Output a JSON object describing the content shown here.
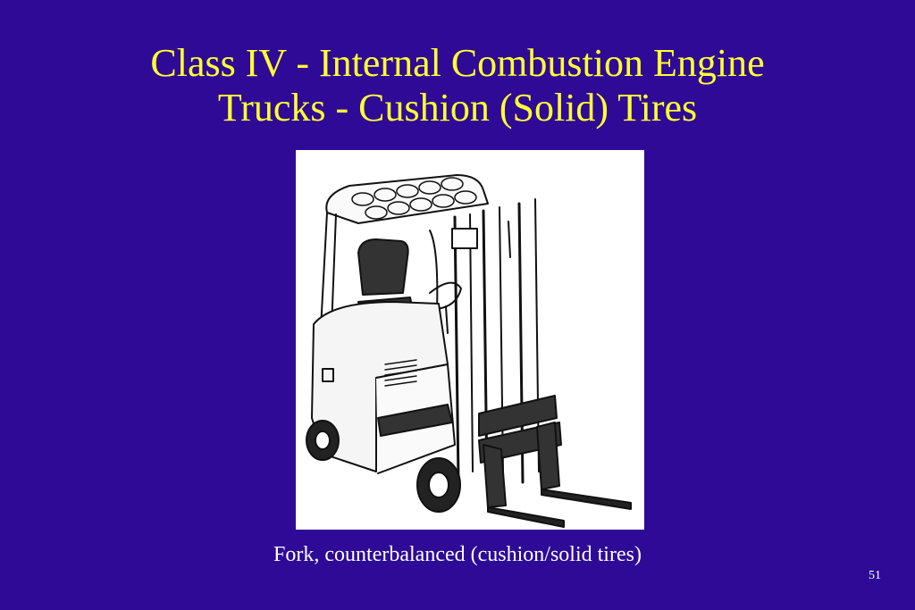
{
  "slide": {
    "title_line1": "Class IV - Internal Combustion Engine",
    "title_line2": "Trucks - Cushion (Solid) Tires",
    "caption": "Fork, counterbalanced (cushion/solid tires)",
    "slide_number": "51"
  },
  "colors": {
    "background": "#2E0A96",
    "title": "#FFFF33",
    "text": "#FFFFFF"
  },
  "figure": {
    "icon": "forklift-illustration"
  }
}
